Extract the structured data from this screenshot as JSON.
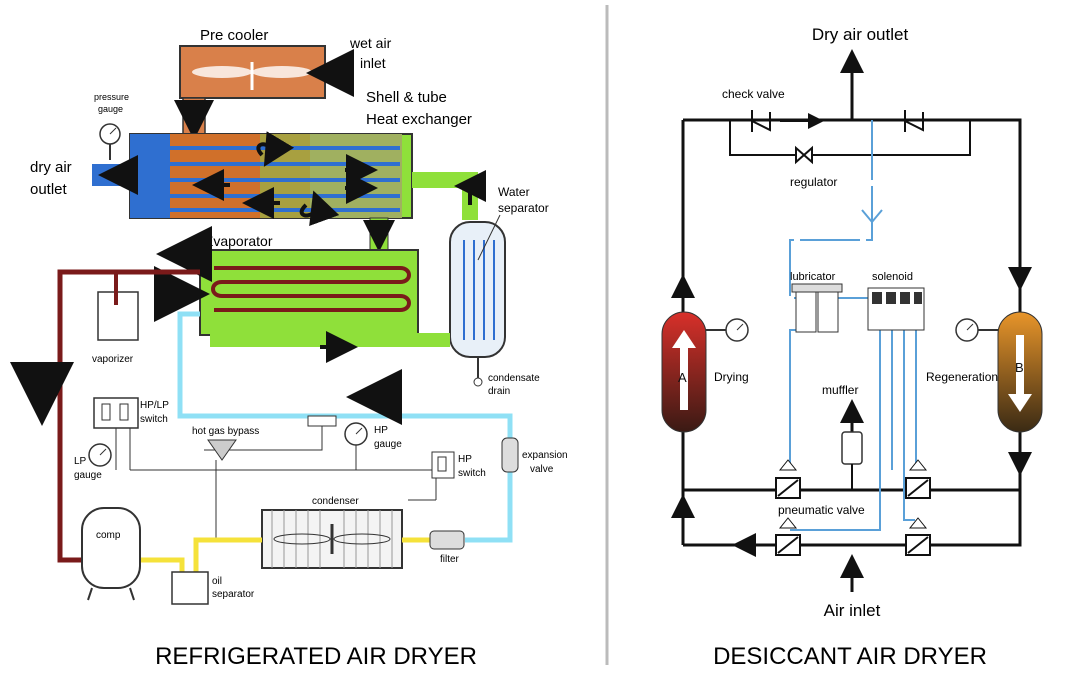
{
  "left": {
    "caption": "REFRIGERATED AIR DRYER",
    "labels": {
      "pre_cooler": "Pre cooler",
      "wet_air": "wet air",
      "inlet": "inlet",
      "shell_tube": "Shell & tube",
      "heat_exchanger": "Heat exchanger",
      "pressure": "pressure",
      "gauge": "gauge",
      "dry_air": "dry air",
      "outlet": "outlet",
      "water": "Water",
      "separator": "separator",
      "evaporator": "Evaporator",
      "vaporizer": "vaporizer",
      "condensate": "condensate",
      "drain": "drain",
      "hp_lp": "HP/LP",
      "switch": "switch",
      "hot_gas_bypass": "hot gas bypass",
      "hp_gauge_1": "HP",
      "hp_gauge_2": "gauge",
      "lp": "LP",
      "lp_gauge": "gauge",
      "hp_switch_1": "HP",
      "hp_switch_2": "switch",
      "expansion": "expansion",
      "valve": "valve",
      "condenser": "condenser",
      "comp": "comp",
      "filter": "filter",
      "oil": "oil",
      "oil_separator": "separator"
    },
    "colors": {
      "precooler": "#d9804a",
      "exchanger_green": "#8fe03a",
      "exchanger_blue": "#2f6fd0",
      "refrigerant_hot": "#7a1a1a",
      "refrigerant_cold": "#8fe0f5",
      "hot_gas": "#f5e23a"
    }
  },
  "right": {
    "caption": "DESICCANT AIR DRYER",
    "labels": {
      "dry_air_outlet": "Dry air outlet",
      "check_valve": "check valve",
      "regulator": "regulator",
      "lubricator": "lubricator",
      "solenoid": "solenoid",
      "tower_a": "A",
      "drying": "Drying",
      "muffler": "muffler",
      "regeneration": "Regeneration",
      "tower_b": "B",
      "pneumatic_valve": "pneumatic valve",
      "air_inlet": "Air inlet"
    },
    "colors": {
      "drying_tower": "#d8302a",
      "regen_tower": "#e8952a",
      "pilot_line": "#5aa0d8"
    }
  }
}
